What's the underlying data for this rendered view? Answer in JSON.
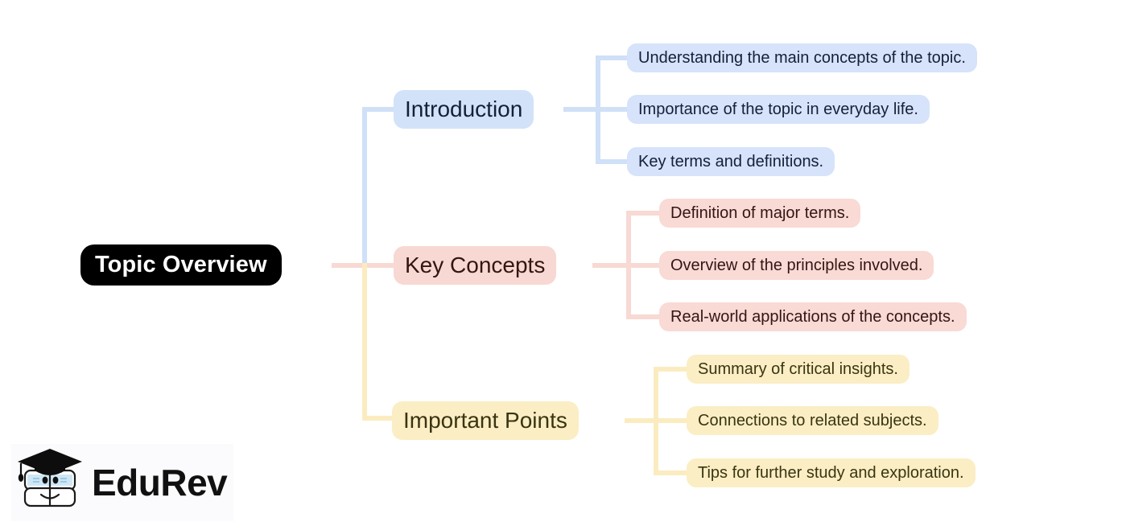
{
  "diagram": {
    "type": "mind-map",
    "title": "Topic Overview",
    "root": {
      "label": "Topic Overview",
      "color": "#000000",
      "text_color": "#ffffff"
    },
    "branches": [
      {
        "label": "Introduction",
        "color": "#d2e2f8",
        "line_color": "#cfe0f7",
        "text_color": "#14203a",
        "children": [
          "Understanding the main concepts of the topic.",
          "Importance of the topic in everyday life.",
          "Key terms and definitions."
        ]
      },
      {
        "label": "Key Concepts",
        "color": "#f8d8d2",
        "line_color": "#f8d9d3",
        "text_color": "#351512",
        "children": [
          "Definition of major terms.",
          "Overview of the principles involved.",
          "Real-world applications of the concepts."
        ]
      },
      {
        "label": "Important Points",
        "color": "#fbeec4",
        "line_color": "#fbecc0",
        "text_color": "#3a3412",
        "children": [
          "Summary of critical insights.",
          "Connections to related subjects.",
          "Tips for further study and exploration."
        ]
      }
    ]
  },
  "logo": {
    "wordmark": "EduRev",
    "mark_name": "edurev-graduation-book-mascot",
    "cap_color": "#0d0d0d",
    "band_color": "#cfe7f5",
    "page_color": "#ffffff",
    "outline_color": "#1a1a1a"
  }
}
